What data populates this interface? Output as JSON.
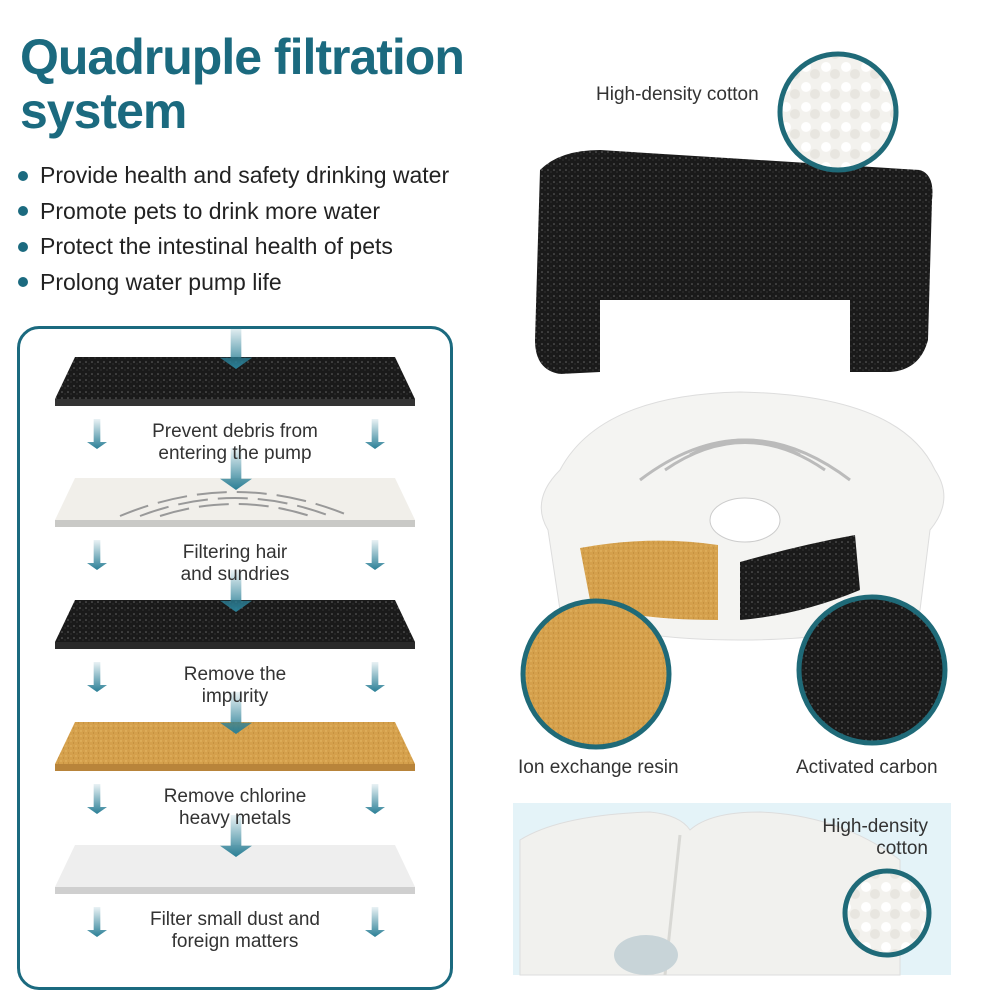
{
  "title": "Quadruple filtration system",
  "bullets": [
    "Provide health and safety drinking water",
    "Promote pets to drink more water",
    "Protect the intestinal health of pets",
    "Prolong water pump life"
  ],
  "layers": [
    {
      "label_1": "Prevent debris from",
      "label_2": "entering the pump",
      "color": "#1e1e1e"
    },
    {
      "label_1": "Filtering hair",
      "label_2": "and sundries",
      "color": "#f1efea"
    },
    {
      "label_1": "Remove the",
      "label_2": "impurity",
      "color": "#151515"
    },
    {
      "label_1": "Remove chlorine",
      "label_2": "heavy metals",
      "color": "#d7a04a"
    },
    {
      "label_1": "Filter small dust and",
      "label_2": "foreign matters",
      "color": "#eeeeee"
    }
  ],
  "right": {
    "cotton_label": "High-density cotton",
    "resin_label": "Ion exchange resin",
    "carbon_label": "Activated carbon",
    "bottom_label_1": "High-density",
    "bottom_label_2": "cotton"
  },
  "colors": {
    "accent": "#1b6a7f",
    "arrow": "#2a7f96",
    "resin": "#d5a04c",
    "carbon": "#141414",
    "panel": "#e4f3f8"
  }
}
